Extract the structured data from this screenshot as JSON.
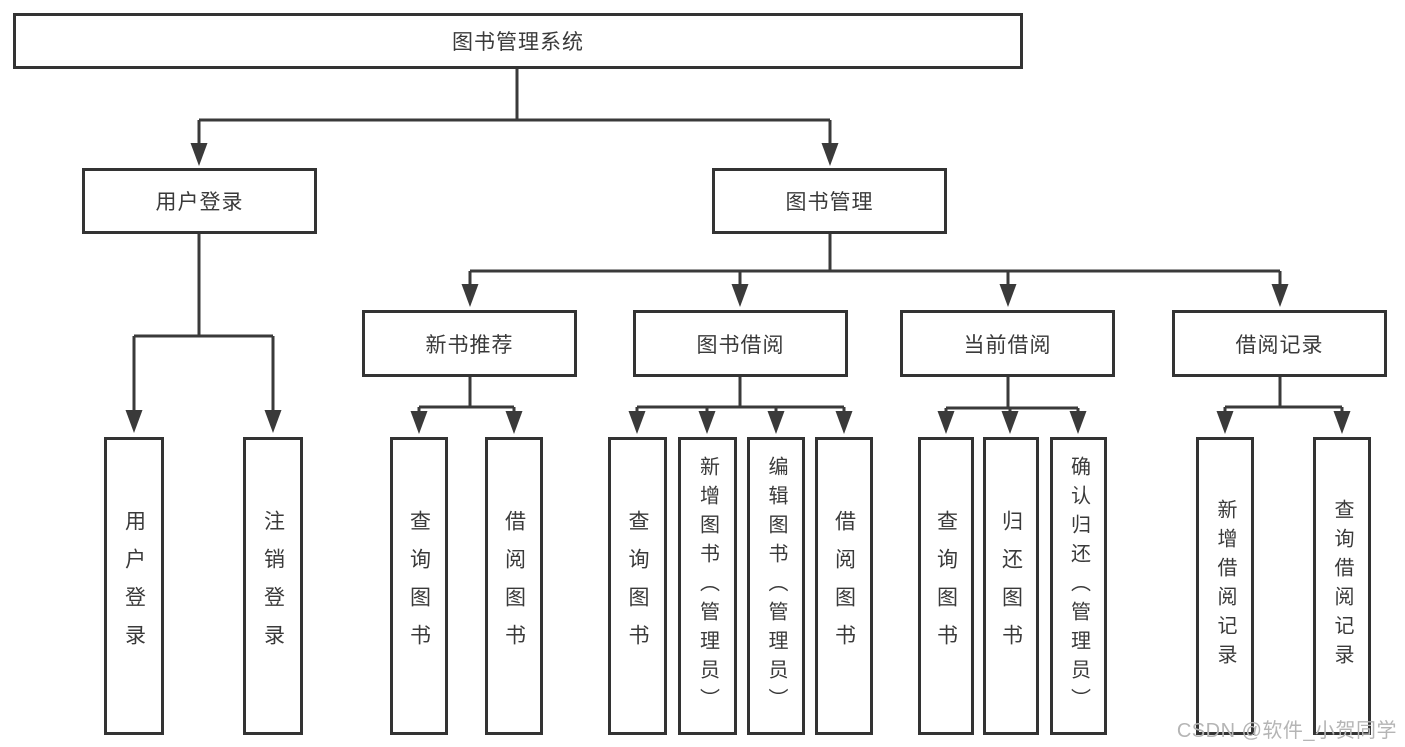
{
  "diagram": {
    "type": "hierarchy-tree",
    "colors": {
      "line": "#3a3a3a",
      "box_border": "#333333",
      "box_fill": "#ffffff",
      "text": "#3a3a3a",
      "watermark": "#b5b5b5",
      "background": "#ffffff"
    },
    "tree": {
      "root": {
        "label": "图书管理系统"
      },
      "branches": [
        {
          "label": "用户登录",
          "children": [
            {
              "label": "用户登录"
            },
            {
              "label": "注销登录"
            }
          ]
        },
        {
          "label": "图书管理",
          "children": [
            {
              "label": "新书推荐",
              "children": [
                {
                  "label": "查询图书"
                },
                {
                  "label": "借阅图书"
                }
              ]
            },
            {
              "label": "图书借阅",
              "children": [
                {
                  "label": "查询图书"
                },
                {
                  "label": "新增图书（管理员）"
                },
                {
                  "label": "编辑图书（管理员）"
                },
                {
                  "label": "借阅图书"
                }
              ]
            },
            {
              "label": "当前借阅",
              "children": [
                {
                  "label": "查询图书"
                },
                {
                  "label": "归还图书"
                },
                {
                  "label": "确认归还（管理员）"
                }
              ]
            },
            {
              "label": "借阅记录",
              "children": [
                {
                  "label": "新增借阅记录"
                },
                {
                  "label": "查询借阅记录"
                }
              ]
            }
          ]
        }
      ]
    },
    "watermark": {
      "text": "CSDN @软件_小贺同学"
    }
  }
}
